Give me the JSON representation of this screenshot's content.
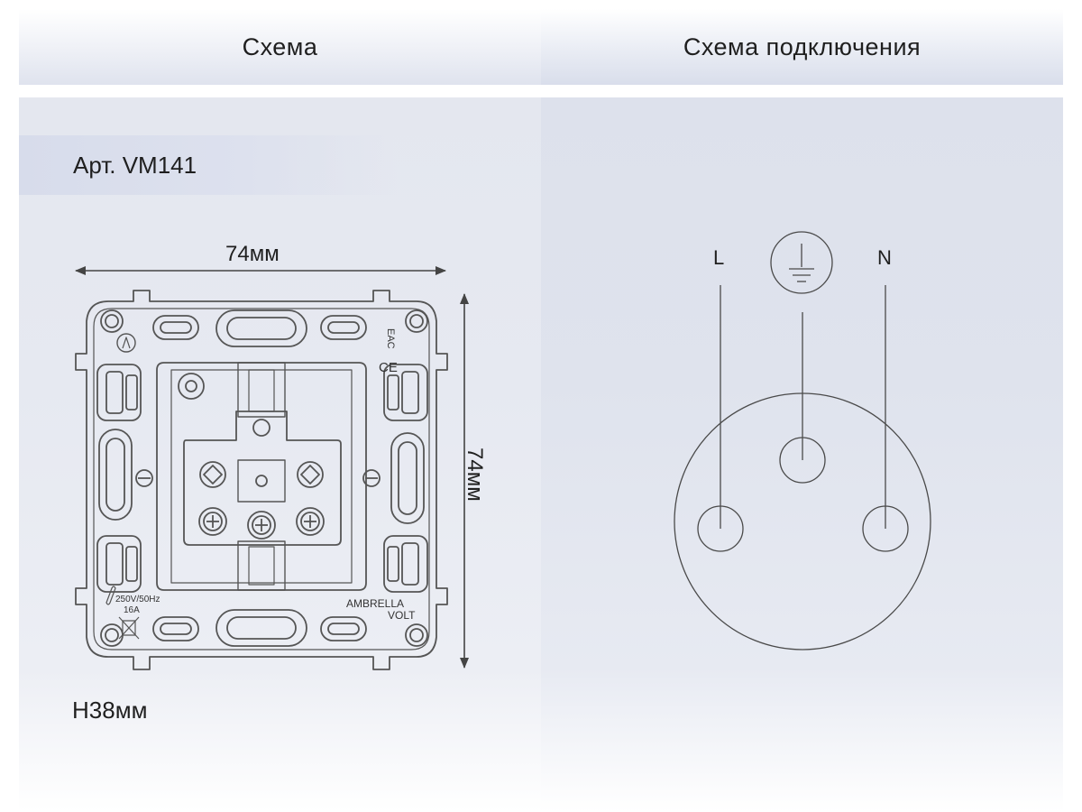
{
  "headers": {
    "left": "Схема",
    "right": "Схема подключения"
  },
  "article": "Арт. VM141",
  "dimensions": {
    "width": "74мм",
    "height": "74мм",
    "depth": "H38мм"
  },
  "device_markings": {
    "rating_line1": "250V/50Hz",
    "rating_line2": "16A",
    "brand_line1": "AMBRELLA",
    "brand_line2": "VOLT",
    "ce_mark": "CE",
    "eac_mark": "EAC"
  },
  "wiring": {
    "live": "L",
    "neutral": "N",
    "earth_icon": "earth-ground-icon"
  },
  "colors": {
    "line": "#555555",
    "panel": "#e4e7ef",
    "header_text": "#1f1f1f"
  }
}
